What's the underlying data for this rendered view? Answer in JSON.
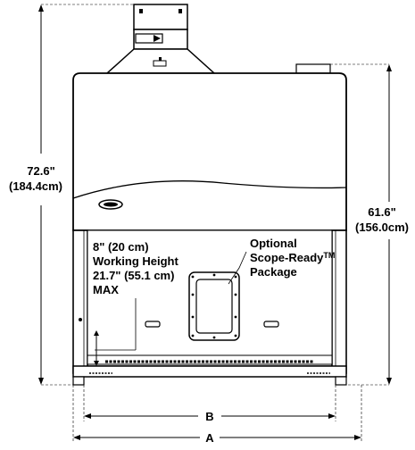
{
  "dimensions": {
    "total_height_in": "72.6\"",
    "total_height_cm": "(184.4cm)",
    "body_height_in": "61.6\"",
    "body_height_cm": "(156.0cm)",
    "width_b": "B",
    "width_a": "A"
  },
  "callouts": {
    "working_height_line1": "8\" (20 cm)",
    "working_height_line2": "Working Height",
    "working_height_line3": "21.7\" (55.1 cm)",
    "working_height_line4": "MAX",
    "scope_line1": "Optional",
    "scope_line2": "Scope-Ready",
    "scope_tm": "TM",
    "scope_line3": "Package"
  },
  "colors": {
    "line": "#000000",
    "background": "#ffffff"
  }
}
